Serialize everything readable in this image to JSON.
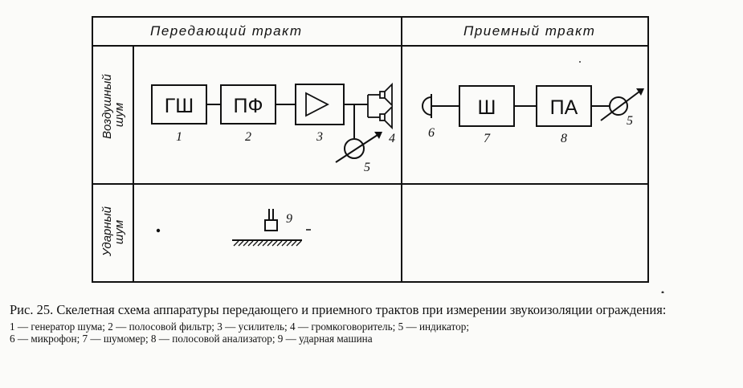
{
  "headers": {
    "transmit": "Передающий тракт",
    "receive": "Приемный тракт"
  },
  "rows": {
    "airborne": "Воздушный шум",
    "impact": "Ударный шум"
  },
  "blocks": {
    "noise_generator": "ГШ",
    "bandpass_filter": "ПФ",
    "noise_meter": "Ш",
    "band_analyzer": "ПА"
  },
  "numbers": {
    "n1": "1",
    "n2": "2",
    "n3": "3",
    "n4": "4",
    "n5a": "5",
    "n5b": "5",
    "n6": "6",
    "n7": "7",
    "n8": "8",
    "n9": "9"
  },
  "caption": {
    "title": "Рис. 25. Скелетная схема аппаратуры передающего и приемного трактов при измерении звукоизоляции ограждения:",
    "legend_line1": "1 — генератор шума; 2 — полосовой фильтр; 3 — усилитель; 4 — громкоговоритель; 5 — индикатор;",
    "legend_line2": "6 — микрофон; 7 — шумомер; 8 — полосовой анализатор; 9 — ударная машина"
  },
  "colors": {
    "ink": "#111111",
    "paper": "#fbfbf9"
  }
}
